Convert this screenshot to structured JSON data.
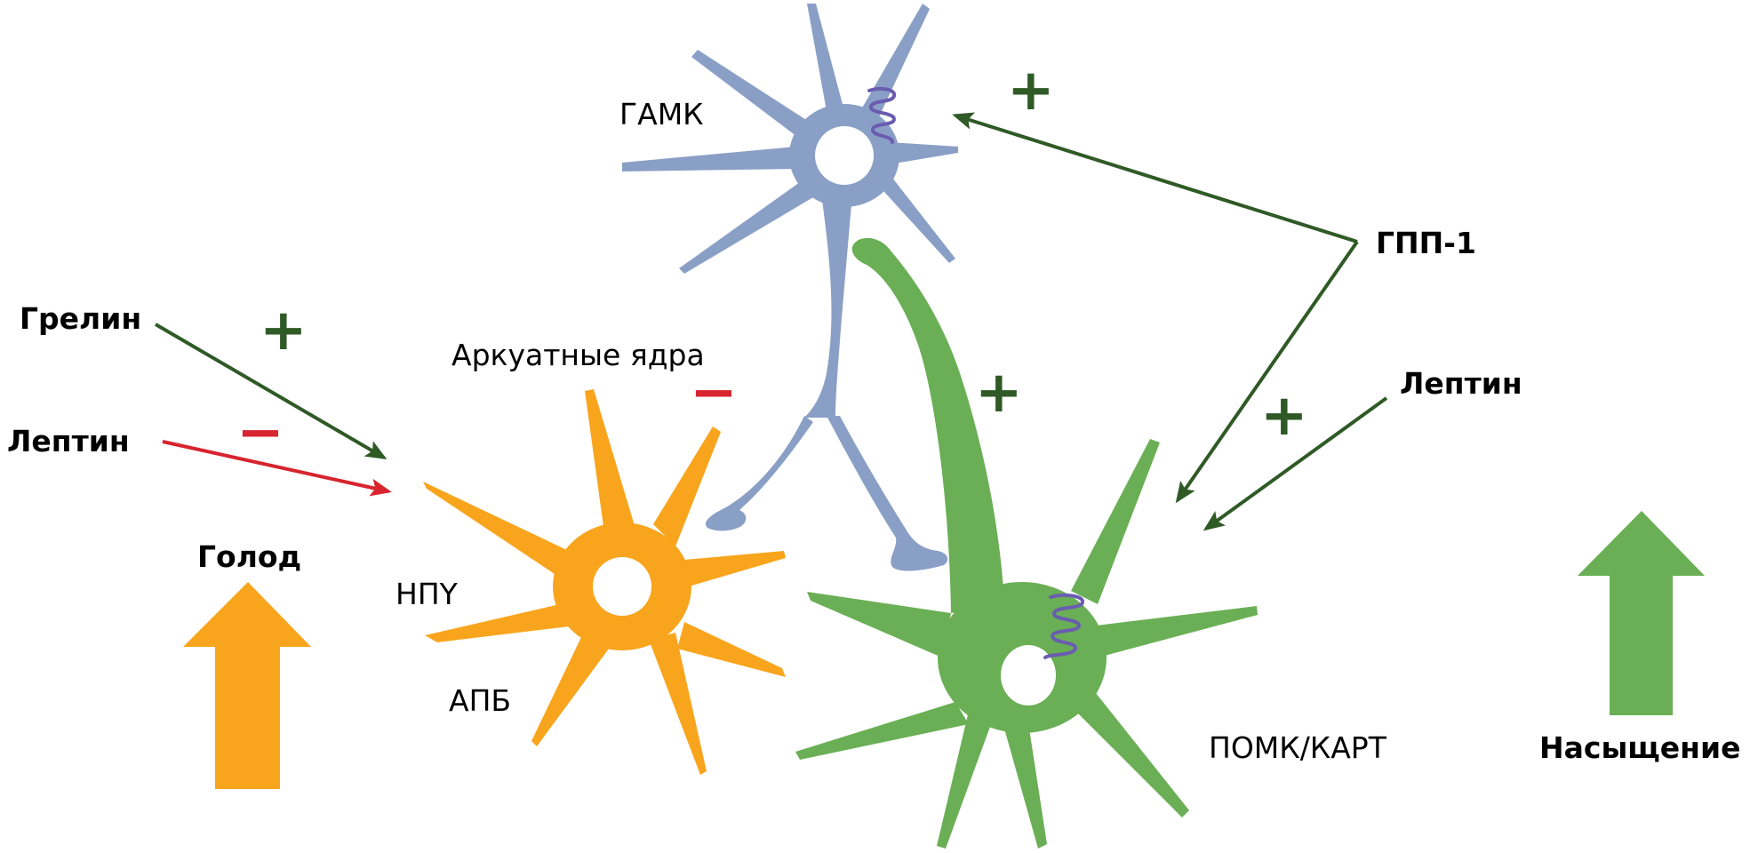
{
  "title": "Регуляция голода и насыщения в аркуатных ядрах",
  "colors": {
    "npy_neuron": "#F8A51D",
    "pomc_neuron": "#6AAF55",
    "gaba_neuron": "#8A9FC6",
    "receptor": "#6A5DB0",
    "stimulate": "#2F5A26",
    "inhibit": "#D7242E",
    "hunger_arrow": "#F8A51D",
    "satiety_arrow": "#6AAF55"
  },
  "labels": {
    "ghrelin": "Грелин",
    "leptin_left": "Лептин",
    "leptin_right": "Лептин",
    "glp1": "ГПП-1",
    "gaba": "ГАМК",
    "arcuate": "Аркуатные ядра",
    "npy": "НПY",
    "agrp": "АПБ",
    "pomc_cart": "ПОМК/КАРТ",
    "hunger": "Голод",
    "satiety": "Насыщение"
  },
  "signs": {
    "ghrelin_effect": "+",
    "leptin_npy_effect": "−",
    "gaba_npy_effect": "−",
    "glp1_gaba_effect": "+",
    "gaba_pomc_effect": "+",
    "glp1_pomc_effect": "+",
    "leptin_pomc_effect": "+"
  },
  "relations": [
    {
      "from": "Грелин",
      "to": "НПY/АПБ",
      "effect": "stimulate"
    },
    {
      "from": "Лептин",
      "to": "НПY/АПБ",
      "effect": "inhibit"
    },
    {
      "from": "ГАМК",
      "to": "НПY/АПБ",
      "effect": "inhibit"
    },
    {
      "from": "ГПП-1",
      "to": "ГАМК",
      "effect": "stimulate"
    },
    {
      "from": "ГПП-1",
      "to": "ПОМК/КАРТ",
      "effect": "stimulate"
    },
    {
      "from": "Лептин",
      "to": "ПОМК/КАРТ",
      "effect": "stimulate"
    },
    {
      "from": "ГАМК",
      "to": "ПОМК/КАРТ",
      "effect": "stimulate"
    }
  ]
}
